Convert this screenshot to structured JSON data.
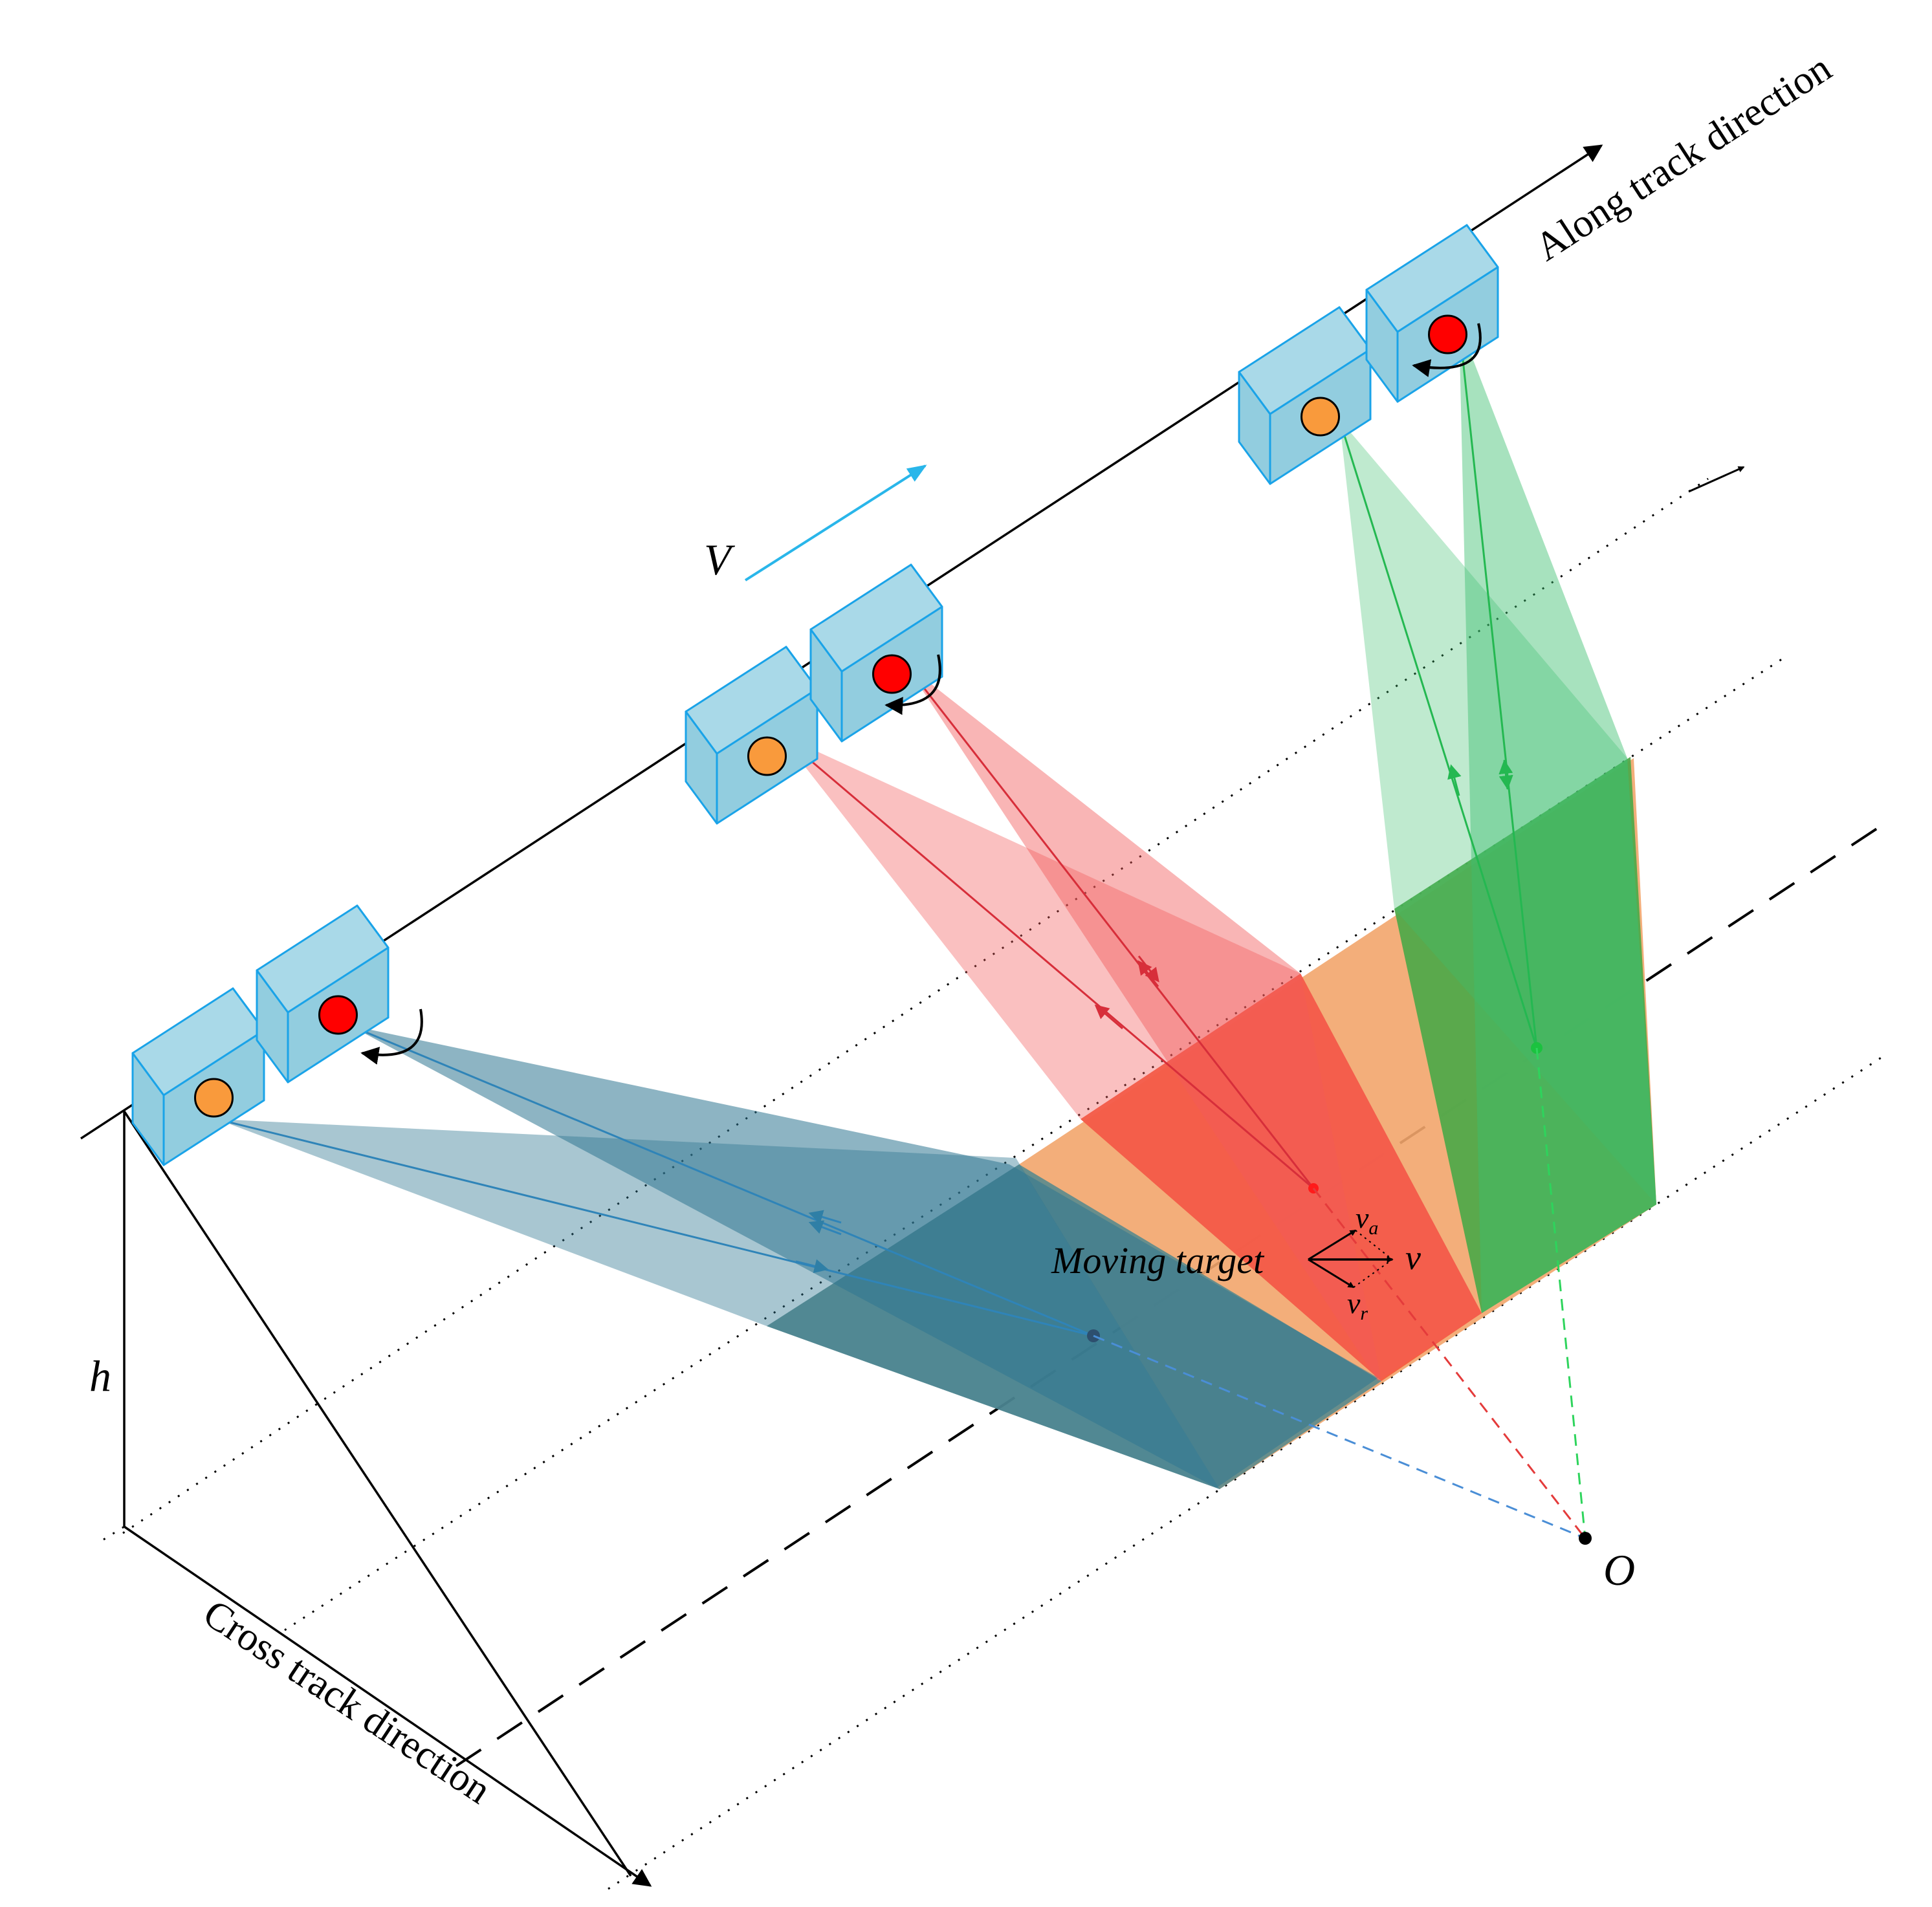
{
  "labels": {
    "along_track": "Along track direction",
    "cross_track": "Cross track direction",
    "velocity": "V",
    "height": "h",
    "origin": "O",
    "moving_target": "Moving target",
    "target_velocity": "v",
    "velocity_azimuth": "v",
    "velocity_azimuth_sub": "a",
    "velocity_range": "v",
    "velocity_range_sub": "r"
  },
  "colors": {
    "satellite_fill": "#92cddf",
    "satellite_edge": "#1aa3e8",
    "satellite_top": "#a9d9e8",
    "satellite_side": "#56b5d0",
    "antenna_orange": "#f99a3c",
    "antenna_red": "#ff0000",
    "beam_blue": "#2f7691",
    "beam_red": "#f25a5a",
    "beam_green": "#3cbf6e",
    "swath_orange": "#f2a56b",
    "swath_blue_overlap": "#5d8b8c",
    "swath_red": "#f55d3e",
    "swath_green": "#51a94a",
    "velocity_arrow": "#29b6ea",
    "dash_blue": "#4a8ed6",
    "dash_red": "#e43b3b",
    "dash_green": "#2ed45c"
  },
  "icons": {
    "rotation": "curved-arrow-icon"
  }
}
